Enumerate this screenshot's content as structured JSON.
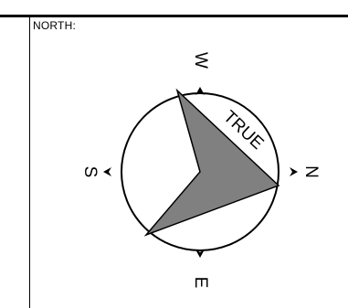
{
  "header": {
    "north_label": "NORTH:"
  },
  "compass": {
    "direction_labels": {
      "top": "W",
      "right": "N",
      "bottom": "E",
      "left": "S"
    },
    "ring_text": "TRUE",
    "arrow_fill": "#808080",
    "ring_color": "#000000"
  }
}
